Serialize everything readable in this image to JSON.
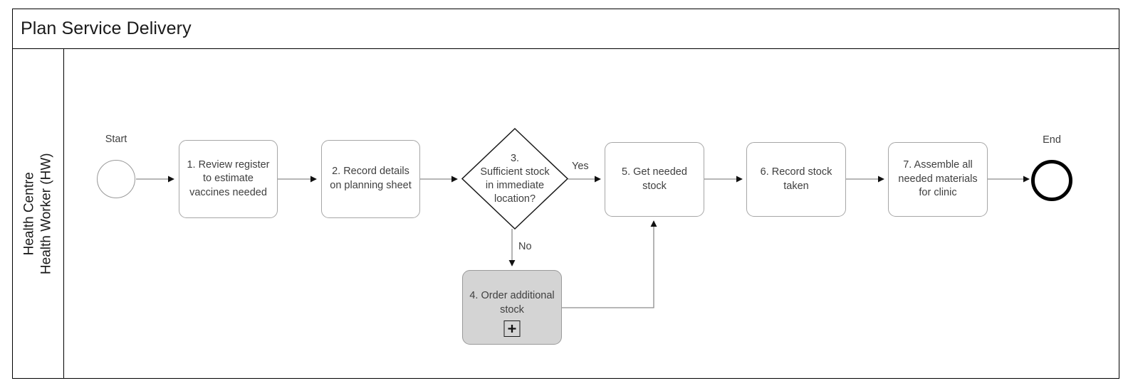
{
  "pool": {
    "title": "Plan Service Delivery",
    "lane_label_line1": "Health Centre",
    "lane_label_line2": "Health Worker (HW)"
  },
  "colors": {
    "frame": "#000000",
    "node_stroke": "#a6a6a6",
    "text": "#3f3f3f",
    "subprocess_fill": "#d4d4d4",
    "connector": "#808080",
    "end_event_stroke": "#000000"
  },
  "events": [
    {
      "id": "start",
      "type": "start-event",
      "label": "Start"
    },
    {
      "id": "end",
      "type": "end-event",
      "label": "End"
    }
  ],
  "tasks": [
    {
      "id": "task1",
      "label": "1. Review register to estimate vaccines needed",
      "type": "task"
    },
    {
      "id": "task2",
      "label": "2. Record details on planning sheet",
      "type": "task"
    },
    {
      "id": "task4",
      "label": "4. Order additional stock",
      "type": "collapsed-subprocess",
      "marker": "plus-icon"
    },
    {
      "id": "task5",
      "label": "5. Get needed stock",
      "type": "task"
    },
    {
      "id": "task6",
      "label": "6. Record stock taken",
      "type": "task"
    },
    {
      "id": "task7",
      "label": "7. Assemble all needed materials for clinic",
      "type": "task"
    }
  ],
  "gateways": [
    {
      "id": "gw3",
      "label": "3.\nSufficient stock\nin immediate\nlocation?",
      "type": "exclusive-gateway"
    }
  ],
  "flow_labels": [
    {
      "id": "yes",
      "label": "Yes"
    },
    {
      "id": "no",
      "label": "No"
    }
  ]
}
